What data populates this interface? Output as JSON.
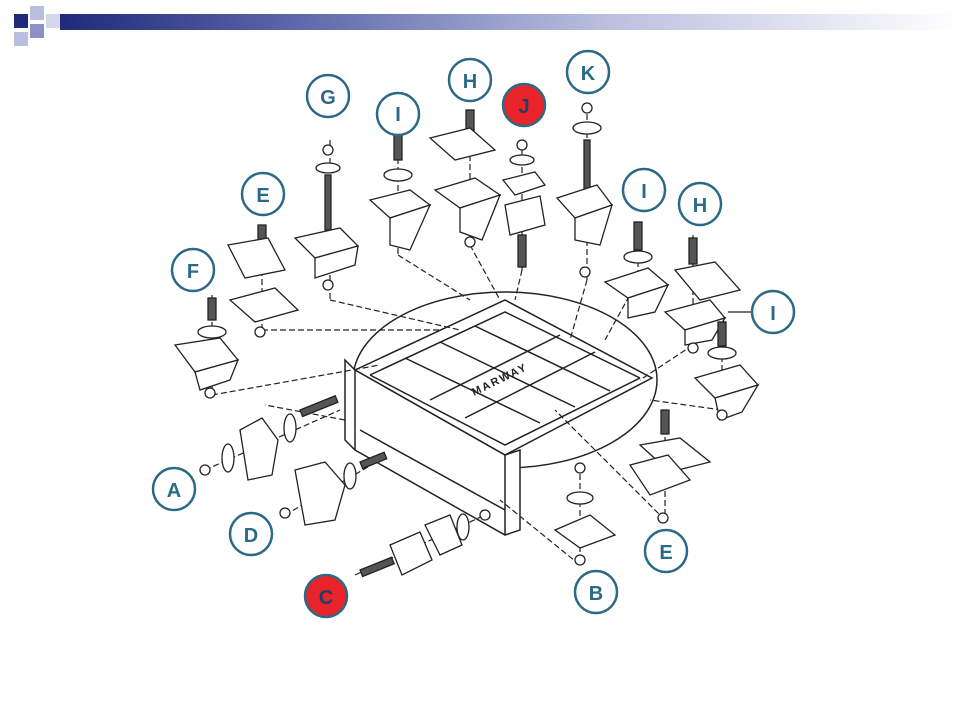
{
  "diagram": {
    "brand_text": "MARWAY",
    "colors": {
      "callout_border": "#2b6a86",
      "callout_text": "#2b6a86",
      "highlight_fill": "#e8232a",
      "highlight_text": "#1f3f66",
      "line": "#222222"
    },
    "callouts": [
      {
        "id": "G",
        "label": "G",
        "highlight": false
      },
      {
        "id": "I-top",
        "label": "I",
        "highlight": false
      },
      {
        "id": "H-top",
        "label": "H",
        "highlight": false
      },
      {
        "id": "J",
        "label": "J",
        "highlight": true
      },
      {
        "id": "K",
        "label": "K",
        "highlight": false
      },
      {
        "id": "E-left",
        "label": "E",
        "highlight": false
      },
      {
        "id": "F",
        "label": "F",
        "highlight": false
      },
      {
        "id": "I-right",
        "label": "I",
        "highlight": false
      },
      {
        "id": "H-right",
        "label": "H",
        "highlight": false
      },
      {
        "id": "I-far",
        "label": "I",
        "highlight": false
      },
      {
        "id": "A",
        "label": "A",
        "highlight": false
      },
      {
        "id": "D",
        "label": "D",
        "highlight": false
      },
      {
        "id": "C",
        "label": "C",
        "highlight": true
      },
      {
        "id": "B",
        "label": "B",
        "highlight": false
      },
      {
        "id": "E-right",
        "label": "E",
        "highlight": false
      }
    ]
  }
}
